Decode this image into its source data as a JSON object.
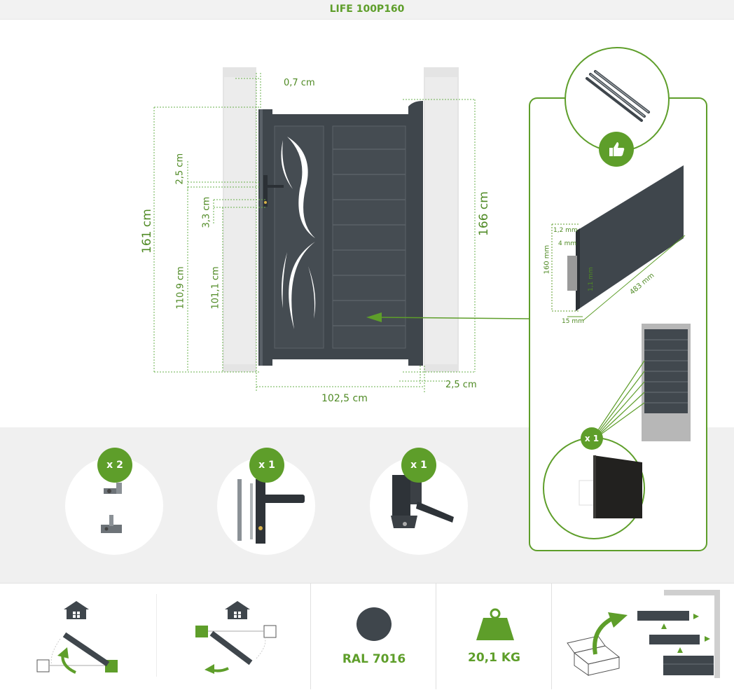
{
  "title": "LIFE 100P160",
  "dimensions": {
    "gap_top": "0,7 cm",
    "height_left": "161 cm",
    "height_right": "166 cm",
    "handle_offset": "2,5 cm",
    "lock_offset": "3,3 cm",
    "handle_height": "110,9 cm",
    "lock_height": "101,1 cm",
    "width": "102,5 cm",
    "gap_bottom": "2,5 cm"
  },
  "profile": {
    "thickness_top": "1,2 mm",
    "inner": "4 mm",
    "height": "160 mm",
    "wall": "1,1 mm",
    "length": "483 mm",
    "depth": "15 mm"
  },
  "accessories": [
    {
      "count": "x 2",
      "icon": "hinge-icon"
    },
    {
      "count": "x 1",
      "icon": "handle-lock-icon"
    },
    {
      "count": "x 1",
      "icon": "gate-latch-icon"
    }
  ],
  "spare_panel_count": "x 1",
  "color_name": "RAL 7016",
  "color_hex": "#3f464c",
  "weight": "20,1 KG",
  "accent_color": "#5e9e2a"
}
